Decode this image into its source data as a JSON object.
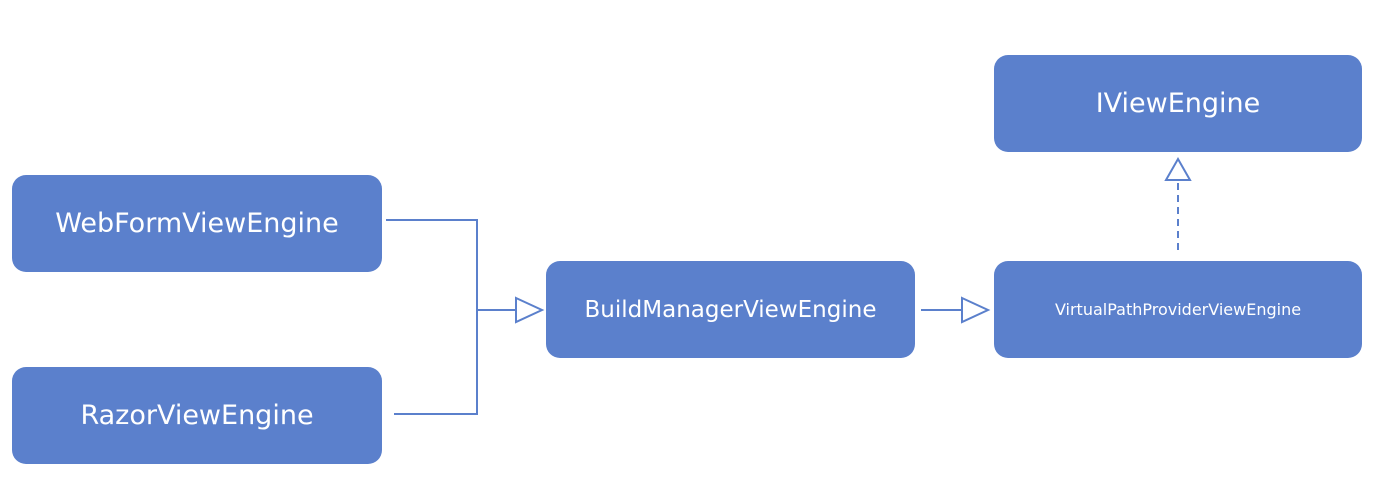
{
  "diagram": {
    "nodes": {
      "webform": "WebFormViewEngine",
      "razor": "RazorViewEngine",
      "build": "BuildManagerViewEngine",
      "vpp": "VirtualPathProviderViewEngine",
      "iview": "IViewEngine"
    },
    "edges": [
      {
        "from": "WebFormViewEngine",
        "to": "BuildManagerViewEngine",
        "style": "solid",
        "arrow": "hollow-triangle"
      },
      {
        "from": "RazorViewEngine",
        "to": "BuildManagerViewEngine",
        "style": "solid",
        "arrow": "hollow-triangle"
      },
      {
        "from": "BuildManagerViewEngine",
        "to": "VirtualPathProviderViewEngine",
        "style": "solid",
        "arrow": "hollow-triangle"
      },
      {
        "from": "VirtualPathProviderViewEngine",
        "to": "IViewEngine",
        "style": "dashed",
        "arrow": "hollow-triangle"
      }
    ],
    "colors": {
      "node_fill": "#5b80cc",
      "node_text": "#ffffff",
      "edge": "#5b80cc"
    }
  }
}
